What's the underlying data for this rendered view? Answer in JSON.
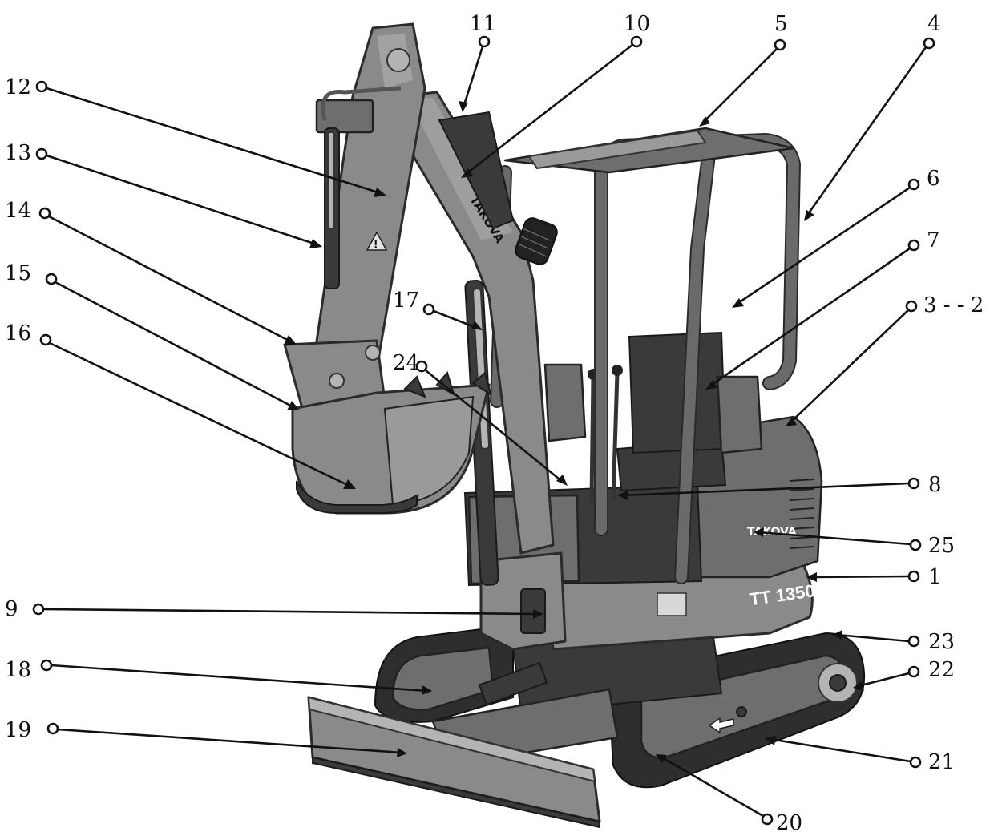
{
  "machine": {
    "model_plate": "TT 1350",
    "brand_logo": "TAKOVA"
  },
  "callouts": [
    {
      "id": "1",
      "label": "1"
    },
    {
      "id": "3-2",
      "label": "3 - - 2"
    },
    {
      "id": "4",
      "label": "4"
    },
    {
      "id": "5",
      "label": "5"
    },
    {
      "id": "6",
      "label": "6"
    },
    {
      "id": "7",
      "label": "7"
    },
    {
      "id": "8",
      "label": "8"
    },
    {
      "id": "9",
      "label": "9"
    },
    {
      "id": "10",
      "label": "10"
    },
    {
      "id": "11",
      "label": "11"
    },
    {
      "id": "12",
      "label": "12"
    },
    {
      "id": "13",
      "label": "13"
    },
    {
      "id": "14",
      "label": "14"
    },
    {
      "id": "15",
      "label": "15"
    },
    {
      "id": "16",
      "label": "16"
    },
    {
      "id": "17",
      "label": "17"
    },
    {
      "id": "18",
      "label": "18"
    },
    {
      "id": "19",
      "label": "19"
    },
    {
      "id": "20",
      "label": "20"
    },
    {
      "id": "21",
      "label": "21"
    },
    {
      "id": "22",
      "label": "22"
    },
    {
      "id": "23",
      "label": "23"
    },
    {
      "id": "24",
      "label": "24"
    },
    {
      "id": "25",
      "label": "25"
    }
  ]
}
